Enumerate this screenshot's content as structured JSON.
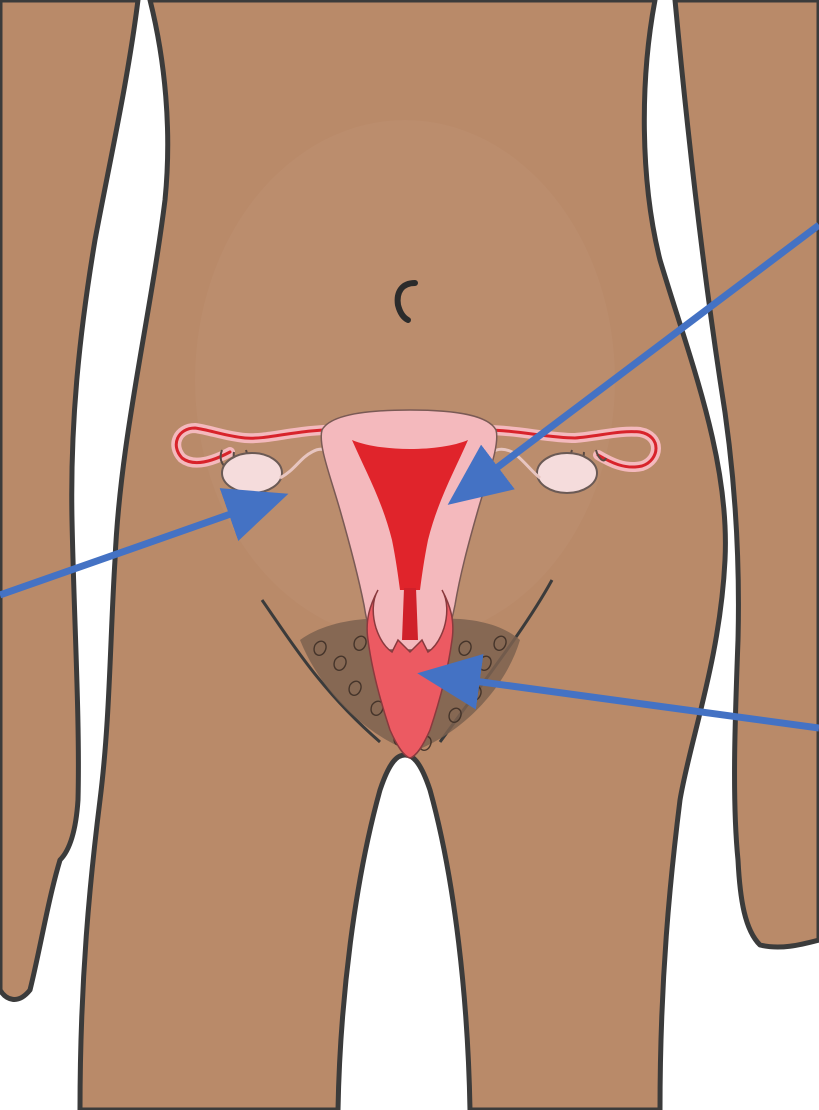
{
  "diagram": {
    "labels": [],
    "colors": {
      "skin": "#b98a69",
      "outline": "#3b3b3b",
      "background": "#ffffff",
      "uterus_outer": "#f4b9bd",
      "uterus_cavity": "#e0242b",
      "vagina": "#ec5a62",
      "ovary": "#f5dcdc",
      "tube_vessel": "#d8232b",
      "hair": "#4a3a30",
      "arrow": "#4472c4"
    },
    "arrows": [
      {
        "points_to": "uterus"
      },
      {
        "points_to": "ovary"
      },
      {
        "points_to": "vagina"
      }
    ]
  }
}
